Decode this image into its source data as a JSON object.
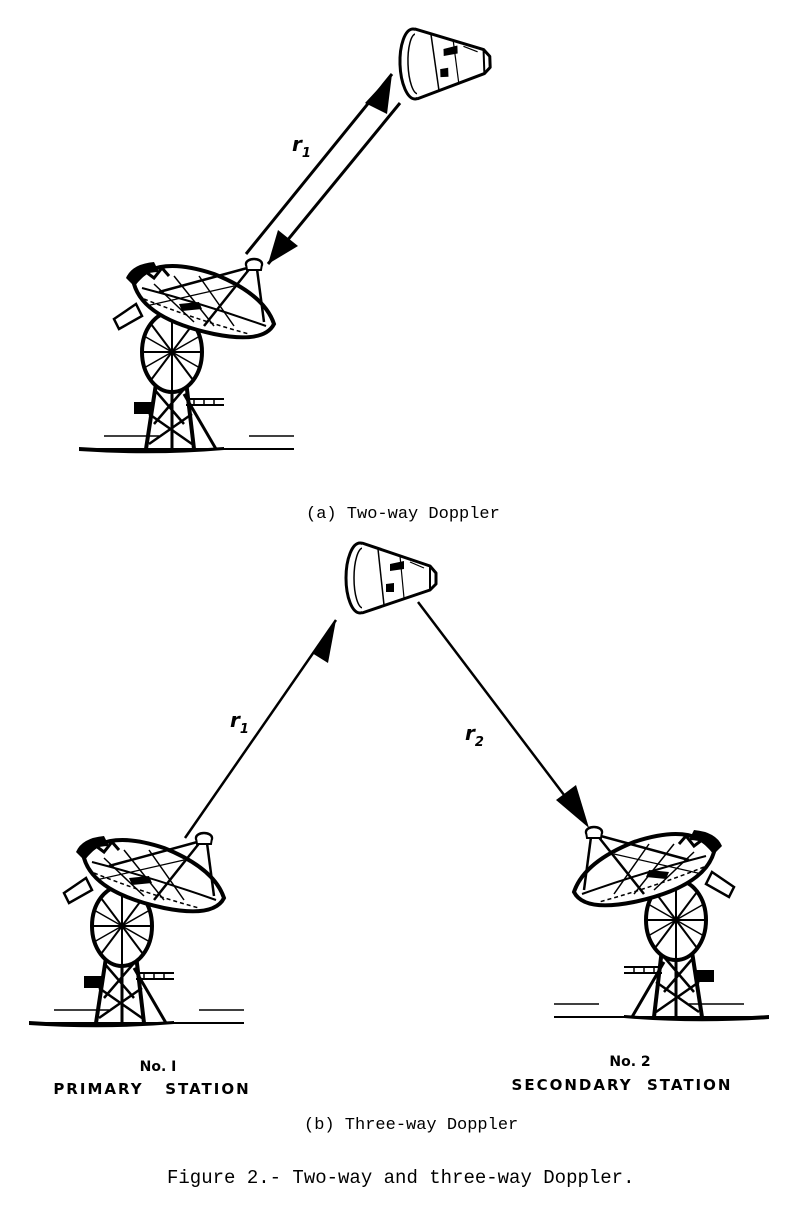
{
  "panel_a": {
    "caption": "(a) Two-way Doppler",
    "range_label": "r",
    "range_subscript": "1"
  },
  "panel_b": {
    "caption": "(b) Three-way Doppler",
    "range1_label": "r",
    "range1_subscript": "1",
    "range2_label": "r",
    "range2_subscript": "2",
    "primary_station": {
      "number": "No. I",
      "name": "PRIMARY   STATION"
    },
    "secondary_station": {
      "number": "No. 2",
      "name": "SECONDARY  STATION"
    }
  },
  "figure_caption": "Figure 2.- Two-way and three-way Doppler."
}
